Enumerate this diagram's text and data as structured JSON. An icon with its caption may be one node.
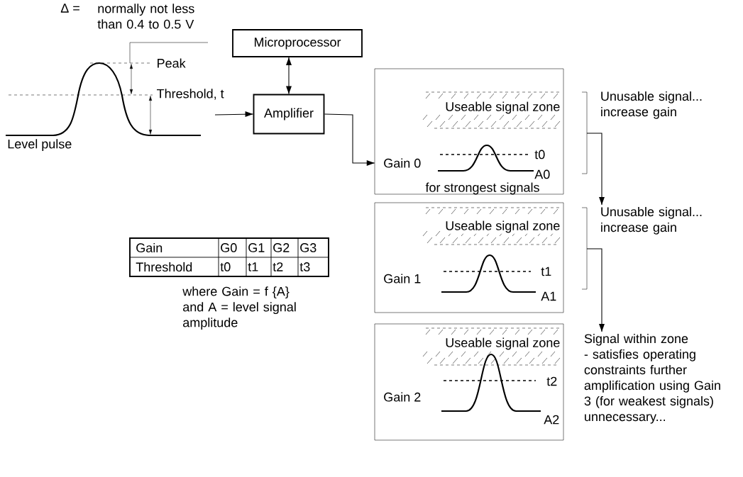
{
  "diagram": {
    "nodes": [
      {
        "text": [
          "Microprocessor"
        ]
      },
      {
        "text": [
          "Amplifier"
        ]
      },
      {
        "text": [
          "Useable signal zone",
          "Gain 0",
          "t0",
          "A0",
          "for strongest signals"
        ]
      },
      {
        "text": [
          "Useable signal zone",
          "Gain 1",
          "t1",
          "A1"
        ]
      },
      {
        "text": [
          "Useable signal zone",
          "Gain 2",
          "t2",
          "A2"
        ]
      },
      {
        "text": [
          "Unusable signal... increase gain"
        ]
      },
      {
        "text": [
          "Unusable signal... increase gain"
        ]
      },
      {
        "text": [
          "Signal within zone - satisfies operating constraints further amplification using Gain 3 (for weakest signals) unnecessary..."
        ]
      }
    ],
    "edges": [
      {
        "from": 0,
        "to": 1,
        "arrow": "both"
      },
      {
        "from": null,
        "to": 1,
        "arrow": "to"
      },
      {
        "from": 1,
        "to": 2,
        "arrow": "to"
      },
      {
        "from": 5,
        "to": 6,
        "arrow": "to"
      },
      {
        "from": 6,
        "to": 7,
        "arrow": "to"
      }
    ],
    "labels": [
      "Δ =",
      "normally not less than 0.4 to 0.5 V",
      "Peak",
      "Threshold, t",
      "Level pulse",
      "Gain",
      "G0",
      "G1",
      "G2",
      "G3",
      "Threshold",
      "t0",
      "t1",
      "t2",
      "t3",
      "where Gain = f {A} and A = level signal amplitude"
    ]
  }
}
